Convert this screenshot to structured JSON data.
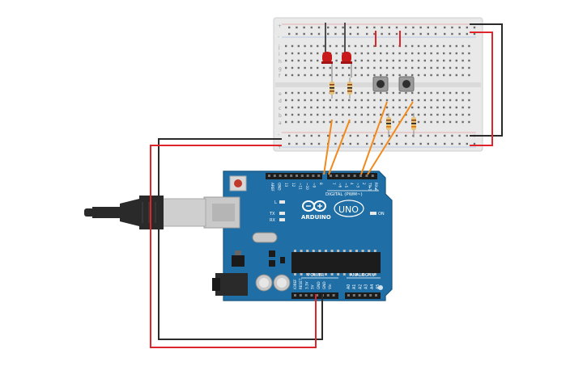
{
  "board": {
    "brand": "ARDUINO",
    "model": "UNO",
    "digital_header_label": "DIGITAL (PWM~)",
    "power_label": "POWER",
    "analog_label": "ANALOG IN",
    "on_label": "ON",
    "led_l": "L",
    "led_tx": "TX",
    "led_rx": "RX",
    "digital_pins": [
      "AREF",
      "GND",
      "13",
      "12",
      "~11",
      "~10",
      "~9",
      "8",
      "7",
      "~6",
      "~5",
      "4",
      "~3",
      "2",
      "TX▸1",
      "RX◂0"
    ],
    "power_pins": [
      "IOREF",
      "RESET",
      "3.3V",
      "5V",
      "GND",
      "GND",
      "Vin"
    ],
    "analog_pins": [
      "A0",
      "A1",
      "A2",
      "A3",
      "A4",
      "A5"
    ]
  },
  "breadboard": {
    "row_letters_top": [
      "j",
      "i",
      "h",
      "g",
      "f"
    ],
    "row_letters_bottom": [
      "e",
      "d",
      "c",
      "b",
      "a"
    ],
    "rail_plus": "+",
    "rail_minus": "-"
  },
  "colors": {
    "board_blue": "#1f6fa6",
    "board_edge": "#16557f",
    "wire_red": "#e0242b",
    "wire_black": "#2a2a2a",
    "wire_orange": "#f08a1c",
    "breadboard": "#e9e9e9",
    "led_red": "#c81a1a",
    "chip": "#1c1c1c"
  },
  "components": {
    "leds": [
      "led-1",
      "led-2"
    ],
    "buttons": [
      "button-1",
      "button-2"
    ],
    "resistors": [
      "resistor-led-1",
      "resistor-led-2",
      "resistor-btn-1",
      "resistor-btn-2"
    ]
  }
}
